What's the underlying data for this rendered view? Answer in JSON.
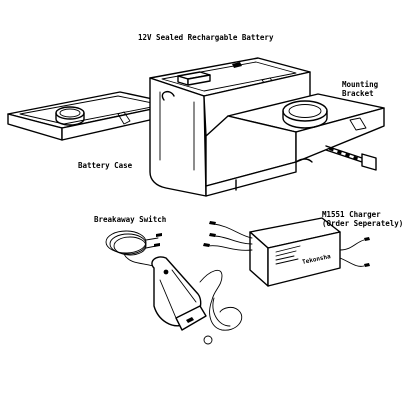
{
  "labels": {
    "battery": "12V Sealed Rechargable Battery",
    "mounting_bracket_line1": "Mounting",
    "mounting_bracket_line2": "Bracket",
    "battery_case": "Battery Case",
    "breakaway_switch": "Breakaway Switch",
    "charger_line1": "M1551 Charger",
    "charger_line2": "(Order Seperately)"
  },
  "charger_face_logo": "Tekonsha",
  "icons": {
    "battery": "battery-illustration",
    "bracket": "mounting-bracket-illustration",
    "case_lid": "battery-case-lid-illustration",
    "switch": "breakaway-switch-illustration",
    "charger": "charger-illustration"
  },
  "colors": {
    "ink": "#000000",
    "paper": "#ffffff"
  }
}
